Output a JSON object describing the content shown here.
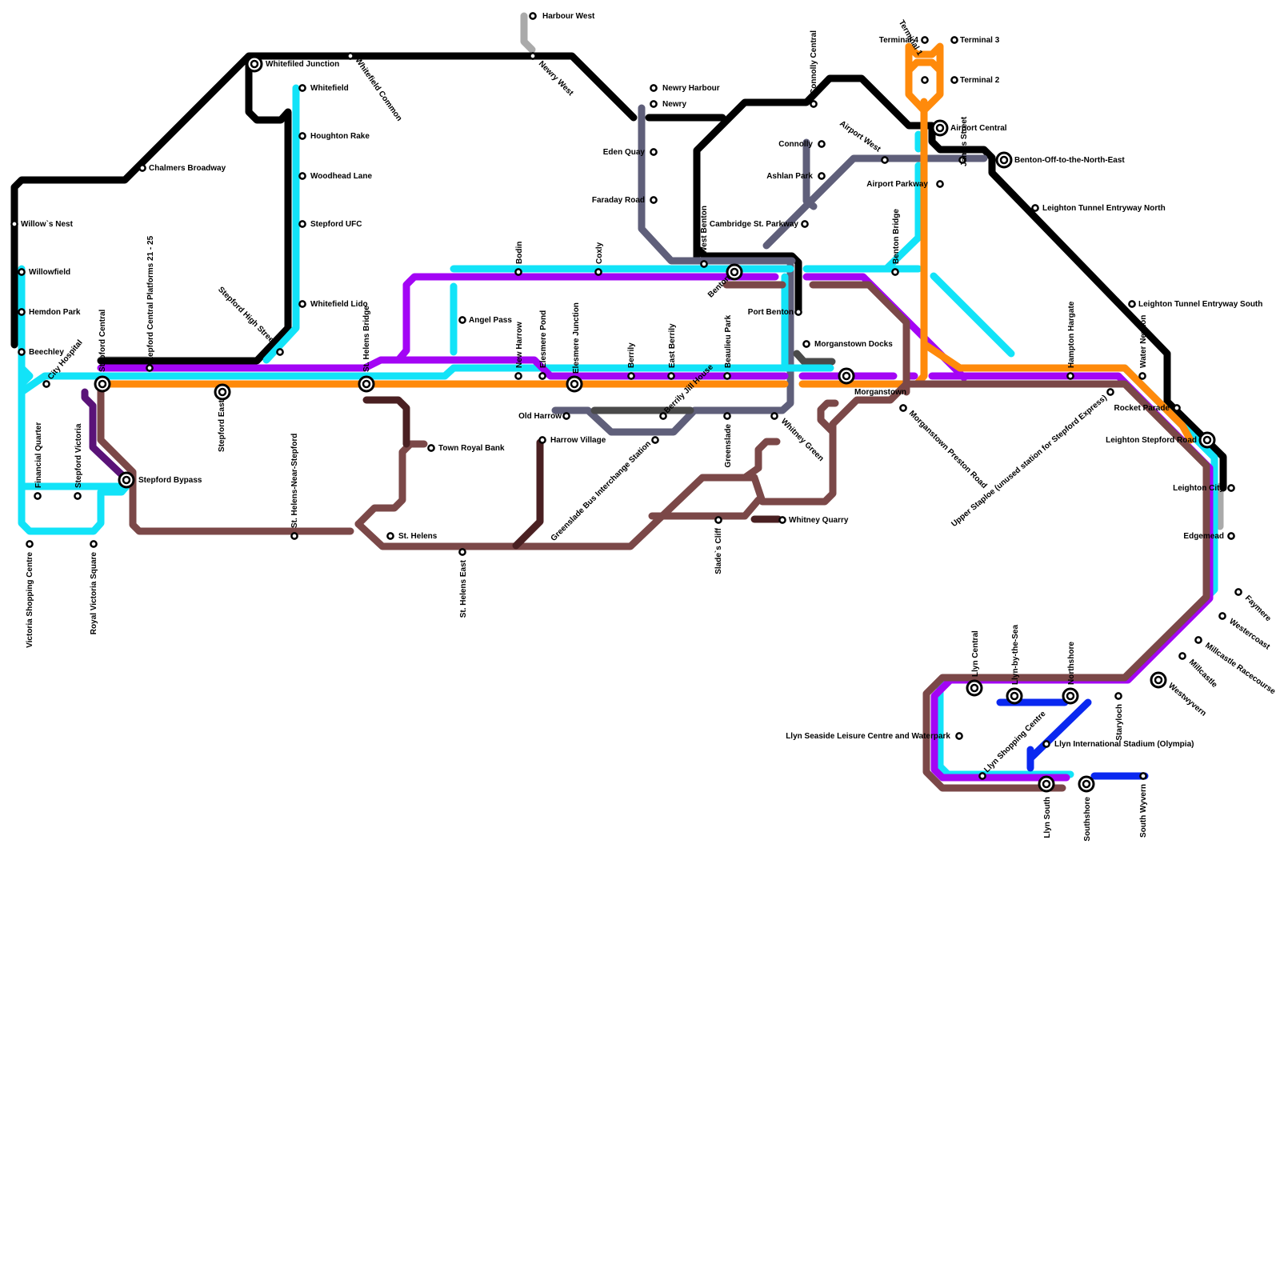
{
  "colors": {
    "black": "#000000",
    "cyan": "#12e3f8",
    "purple": "#a305f5",
    "orange": "#ff8a0b",
    "brown": "#7b4848",
    "slate": "#5f5f7a",
    "gray": "#aaaaaa",
    "dark_purple": "#5a1378",
    "maroon": "#4a2022",
    "blue": "#0a28f0",
    "dark_gray": "#4a4a4a"
  },
  "stations": [
    {
      "label": "Harbour West"
    },
    {
      "label": "Newry West"
    },
    {
      "label": "Newry Harbour"
    },
    {
      "label": "Newry"
    },
    {
      "label": "Eden Quay"
    },
    {
      "label": "Faraday Road"
    },
    {
      "label": "Connolly Central"
    },
    {
      "label": "Connolly"
    },
    {
      "label": "Ashlan Park"
    },
    {
      "label": "Cambridge St. Parkway"
    },
    {
      "label": "Airport West"
    },
    {
      "label": "Terminal 4"
    },
    {
      "label": "Terminal 1"
    },
    {
      "label": "Terminal 3"
    },
    {
      "label": "Terminal 2"
    },
    {
      "label": "Airport Central"
    },
    {
      "label": "Airport Parkway"
    },
    {
      "label": "James Street"
    },
    {
      "label": "Benton-Off-to-the-North-East"
    },
    {
      "label": "Leighton Tunnel Entryway North"
    },
    {
      "label": "Leighton Tunnel Entryway South"
    },
    {
      "label": "Whitefiled Junction"
    },
    {
      "label": "Whitefield Common"
    },
    {
      "label": "Whitefield"
    },
    {
      "label": "Houghton Rake"
    },
    {
      "label": "Woodhead Lane"
    },
    {
      "label": "Stepford UFC"
    },
    {
      "label": "Whitefield Lido"
    },
    {
      "label": "Chalmers Broadway"
    },
    {
      "label": "Willow`s Nest"
    },
    {
      "label": "Willowfield"
    },
    {
      "label": "Hemdon Park"
    },
    {
      "label": "Beechley"
    },
    {
      "label": "City Hospital"
    },
    {
      "label": "Stepford Central"
    },
    {
      "label": "Stepford Central Platforms 21 - 25"
    },
    {
      "label": "Stepford High Street"
    },
    {
      "label": "Stepford East"
    },
    {
      "label": "St. Helens Bridge"
    },
    {
      "label": "Bodin"
    },
    {
      "label": "Coxly"
    },
    {
      "label": "West Benton"
    },
    {
      "label": "Benton"
    },
    {
      "label": "Benton Bridge"
    },
    {
      "label": "Angel Pass"
    },
    {
      "label": "New Harrow"
    },
    {
      "label": "Elesmere Pond"
    },
    {
      "label": "Elesmere Junction"
    },
    {
      "label": "Berrily"
    },
    {
      "label": "East Berrily"
    },
    {
      "label": "Beaulieu Park"
    },
    {
      "label": "Port Benton"
    },
    {
      "label": "Morganstown Docks"
    },
    {
      "label": "Morganstown"
    },
    {
      "label": "Hampton Hargate"
    },
    {
      "label": "Water Newton"
    },
    {
      "label": "Old Harrow"
    },
    {
      "label": "Berrily Jill House"
    },
    {
      "label": "Greenslade"
    },
    {
      "label": "Whitney Green"
    },
    {
      "label": "Harrow Village"
    },
    {
      "label": "Greenslade Bus Interchange Station"
    },
    {
      "label": "Morganstown Preston Road"
    },
    {
      "label": "Rocket Parade"
    },
    {
      "label": "Upper Staploe (unused station for Stepford Express)"
    },
    {
      "label": "Leighton Stepford Road"
    },
    {
      "label": "Town Royal Bank"
    },
    {
      "label": "St. Helens"
    },
    {
      "label": "St. Helens East"
    },
    {
      "label": "St. Helens-Near-Stepford"
    },
    {
      "label": "Financial Quarter"
    },
    {
      "label": "Stepford Victoria"
    },
    {
      "label": "Stepford Bypass"
    },
    {
      "label": "Victoria Shopping Centre"
    },
    {
      "label": "Royal Victoria Square"
    },
    {
      "label": "Slade`s Cliff"
    },
    {
      "label": "Whitney Quarry"
    },
    {
      "label": "Leighton City"
    },
    {
      "label": "Edgemead"
    },
    {
      "label": "Faymere"
    },
    {
      "label": "Westercoast"
    },
    {
      "label": "Millcastle Racecourse"
    },
    {
      "label": "Millcastle"
    },
    {
      "label": "Westwyvern"
    },
    {
      "label": "Llyn Central"
    },
    {
      "label": "Llyn-by-the-Sea"
    },
    {
      "label": "Northshore"
    },
    {
      "label": "Staryloch"
    },
    {
      "label": "Llyn Seaside Leisure Centre and Waterpark"
    },
    {
      "label": "Llyn Shopping Centre"
    },
    {
      "label": "Llyn International Stadium (Olympia)"
    },
    {
      "label": "Llyn South"
    },
    {
      "label": "Southshore"
    },
    {
      "label": "South Wyvern"
    }
  ]
}
